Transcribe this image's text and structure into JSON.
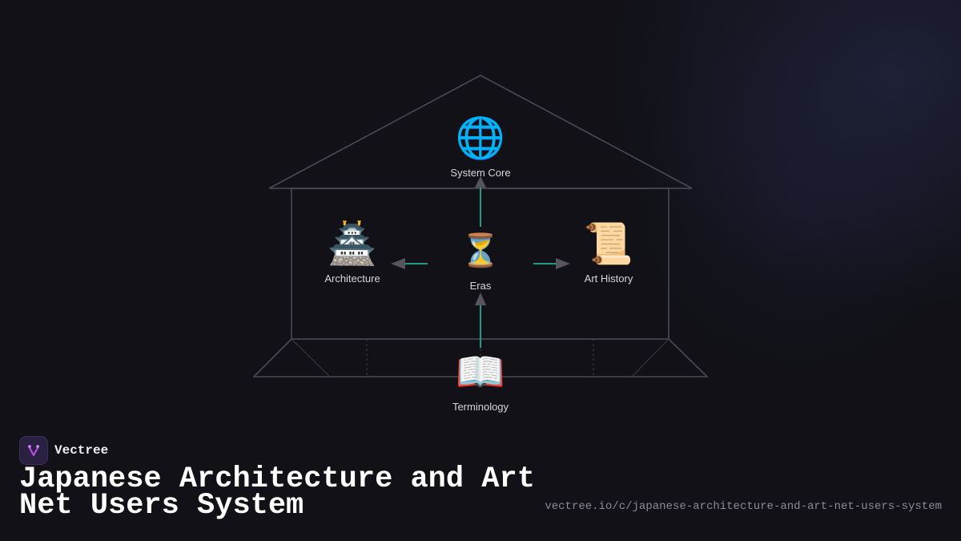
{
  "brand": {
    "name": "Vectree"
  },
  "title": "Japanese Architecture and Art Net Users System",
  "url": "vectree.io/c/japanese-architecture-and-art-net-users-system",
  "colors": {
    "edge": "#1f9b84",
    "outline": "#4a4a52",
    "arrowhead": "#55555e",
    "brand_purple": "#b44ce0"
  },
  "diagram": {
    "nodes": [
      {
        "id": "system-core",
        "label": "System Core",
        "icon": "globe-icon",
        "glyph": "🌐"
      },
      {
        "id": "eras",
        "label": "Eras",
        "icon": "hourglass-icon",
        "glyph": "⏳"
      },
      {
        "id": "architecture",
        "label": "Architecture",
        "icon": "japanese-castle-icon",
        "glyph": "🏯"
      },
      {
        "id": "art-history",
        "label": "Art History",
        "icon": "scroll-icon",
        "glyph": "📜"
      },
      {
        "id": "terminology",
        "label": "Terminology",
        "icon": "open-book-icon",
        "glyph": "📖"
      }
    ],
    "edges": [
      {
        "from": "eras",
        "to": "system-core"
      },
      {
        "from": "eras",
        "to": "architecture"
      },
      {
        "from": "eras",
        "to": "art-history"
      },
      {
        "from": "terminology",
        "to": "eras"
      }
    ]
  }
}
